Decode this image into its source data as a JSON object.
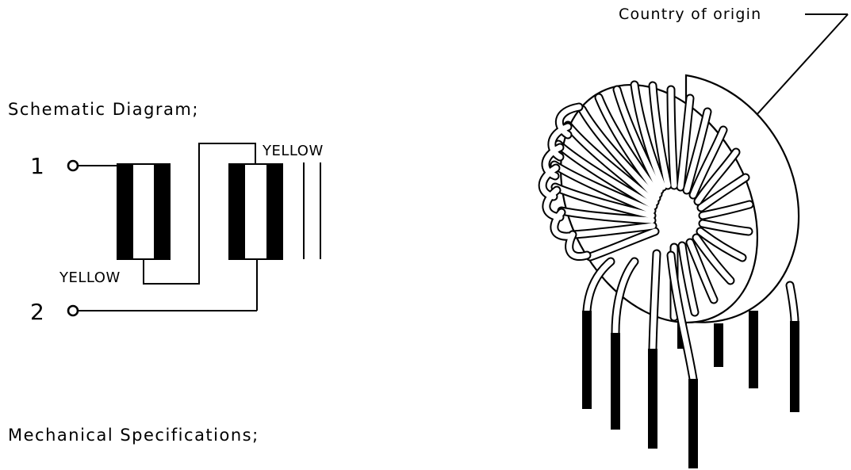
{
  "schematic": {
    "heading": "Schematic Diagram;",
    "pin1": "1",
    "pin2": "2",
    "wire_label_top": "YELLOW",
    "wire_label_bottom": "YELLOW"
  },
  "mechanical": {
    "heading": "Mechanical Specifications;"
  },
  "drawing": {
    "callout": "Country of origin",
    "part_icon": "toroidal-inductor-icon"
  }
}
